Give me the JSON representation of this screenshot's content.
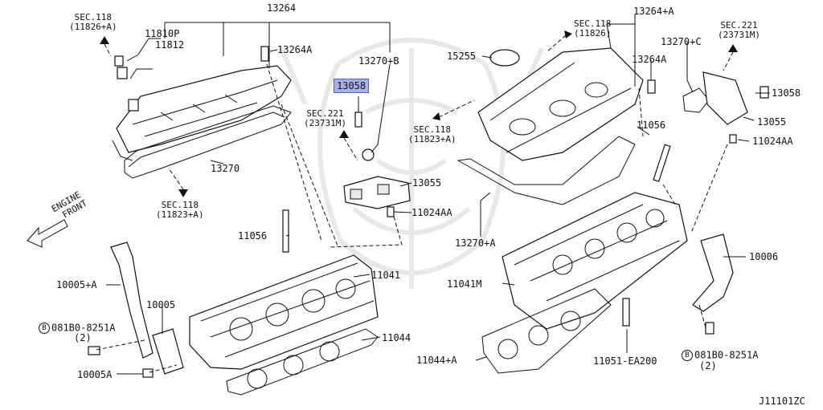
{
  "diagram": {
    "drawing_code": "J11101ZC",
    "highlighted_part": "13058",
    "front_marker": [
      "ENGINE",
      "FRONT"
    ],
    "labels": {
      "p13264": "13264",
      "p13264a_top": "13264+A",
      "p11810p": "11810P",
      "p11812": "11812",
      "p13264a_l": "13264A",
      "p13270b": "13270+B",
      "p13270": "13270",
      "p13058_l": "13058",
      "p13055_l": "13055",
      "p11024aa_l": "11024AA",
      "p11056_l": "11056",
      "p11041": "11041",
      "p11044": "11044",
      "p10005a": "10005+A",
      "p10005": "10005",
      "p10005a2": "10005A",
      "p15255": "15255",
      "p13264a_r": "13264A",
      "p13270c": "13270+C",
      "p13058_r": "13058",
      "p13055_r": "13055",
      "p11024aa_r": "11024AA",
      "p11056_r": "11056",
      "p13270a": "13270+A",
      "p11041m": "11041M",
      "p10006": "10006",
      "p11044a": "11044+A",
      "p11051": "11051-EA200"
    },
    "sections": {
      "s1": {
        "title": "SEC.118",
        "sub": "(11826+A)"
      },
      "s2": {
        "title": "SEC.118",
        "sub": "(11823+A)"
      },
      "s3": {
        "title": "SEC.221",
        "sub": "(23731M)"
      },
      "s4": {
        "title": "SEC.118",
        "sub": "(11826)"
      },
      "s5": {
        "title": "SEC.118",
        "sub": "(11823+A)"
      },
      "s6": {
        "title": "SEC.221",
        "sub": "(23731M)"
      }
    },
    "bolts": {
      "b1": {
        "mark": "B",
        "code": "081B0-8251A",
        "qty": "(2)"
      },
      "b2": {
        "mark": "B",
        "code": "081B0-8251A",
        "qty": "(2)"
      }
    }
  }
}
